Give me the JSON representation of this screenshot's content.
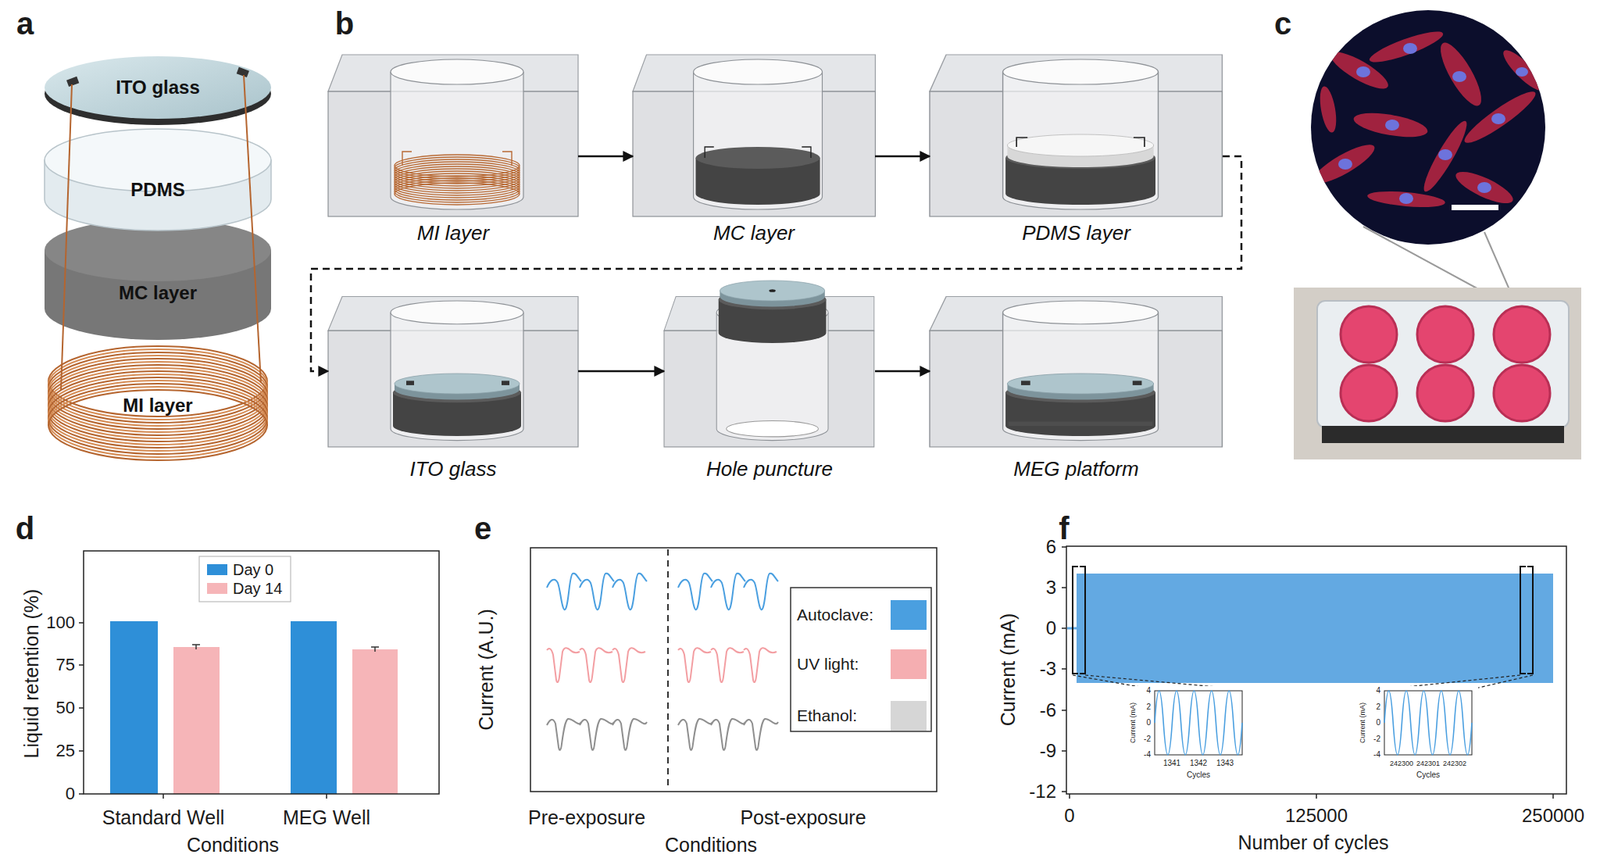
{
  "diagram": {
    "nodes": [
      {
        "text": [
          "ITO glass"
        ]
      },
      {
        "text": [
          "PDMS"
        ]
      },
      {
        "text": [
          "MC layer"
        ]
      },
      {
        "text": [
          "MI layer"
        ]
      },
      {
        "text": [
          "MI layer"
        ]
      },
      {
        "text": [
          "MC layer"
        ]
      },
      {
        "text": [
          "PDMS layer"
        ]
      },
      {
        "text": [
          "ITO glass"
        ]
      },
      {
        "text": [
          "Hole puncture"
        ]
      },
      {
        "text": [
          "MEG platform"
        ]
      }
    ],
    "edges": [
      {
        "from": 4,
        "to": 5,
        "arrow": "to"
      },
      {
        "from": 5,
        "to": 6,
        "arrow": "to"
      },
      {
        "from": 6,
        "to": 7,
        "arrow": "to"
      },
      {
        "from": 7,
        "to": 8,
        "arrow": "to"
      },
      {
        "from": 8,
        "to": 9,
        "arrow": "to"
      }
    ],
    "labels": [
      "a",
      "b",
      "c",
      "d",
      "Liquid retention (%)",
      "100",
      "75",
      "50",
      "25",
      "0",
      "Standard Well",
      "MEG Well",
      "Conditions",
      "e",
      "Current (A.U.)",
      "Pre-exposure",
      "Post-exposure",
      "Conditions",
      "f",
      "Current (mA)",
      "6",
      "3",
      "0",
      "-3",
      "-6",
      "-9",
      "-12",
      "0",
      "125000",
      "250000",
      "Number of cycles",
      "4",
      "2",
      "0",
      "-2",
      "-4",
      "Current (mA)",
      "1341",
      "1342",
      "1343",
      "Cycles",
      "4",
      "2",
      "0",
      "-2",
      "-4",
      "Current (mA)",
      "242300",
      "242301",
      "242302",
      "Cycles"
    ],
    "legend": [
      {
        "text": "Day 0",
        "color": "#2e8fd8"
      },
      {
        "text": "Day 14",
        "color": "#f6b5b8"
      },
      {
        "text": "Autoclave:",
        "color": "#4a9fe0"
      },
      {
        "text": "UV light:",
        "color": "#f5aeb1"
      },
      {
        "text": "Ethanol:",
        "color": "#d6d6d6"
      }
    ]
  }
}
